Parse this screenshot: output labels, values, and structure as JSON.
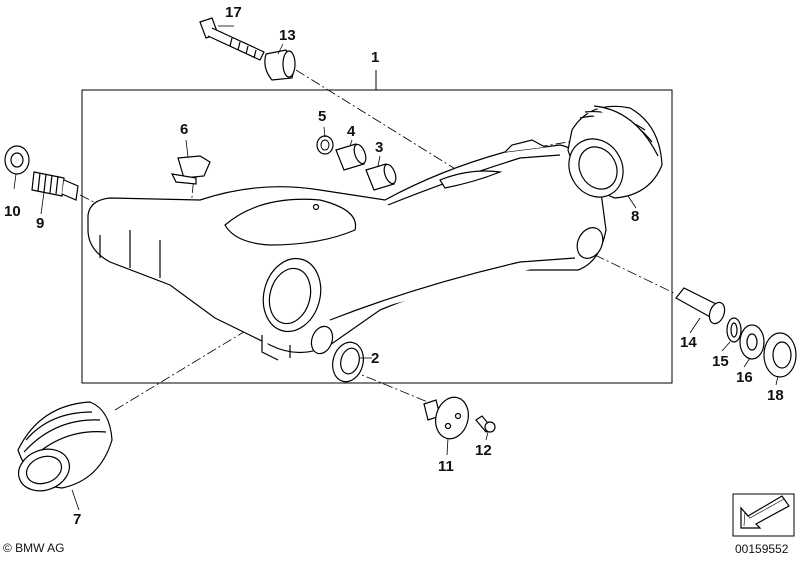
{
  "diagram": {
    "callouts": {
      "c1": "1",
      "c2": "2",
      "c3": "3",
      "c4": "4",
      "c5": "5",
      "c6": "6",
      "c7": "7",
      "c8": "8",
      "c9": "9",
      "c10": "10",
      "c11": "11",
      "c12": "12",
      "c13": "13",
      "c14": "14",
      "c15": "15",
      "c16": "16",
      "c17": "17",
      "c18": "18"
    },
    "copyright": "© BMW AG",
    "part_number": "00159552",
    "line_color": "#000000",
    "fill_color": "#ffffff"
  }
}
